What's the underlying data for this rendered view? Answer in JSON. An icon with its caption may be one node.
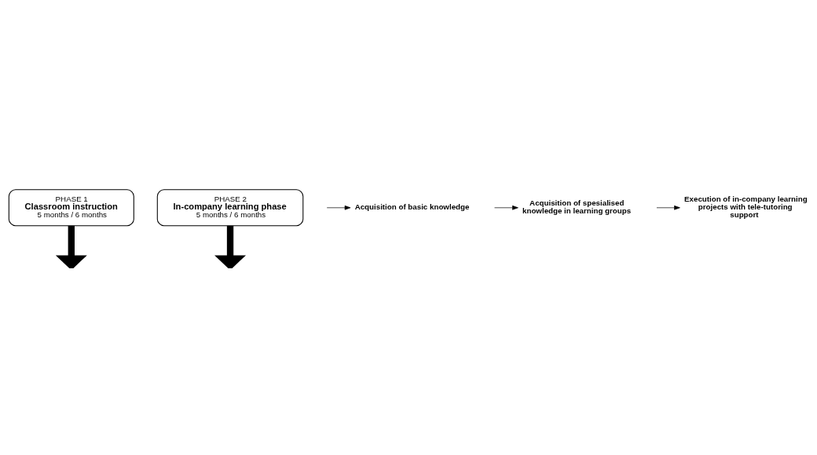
{
  "diagram": {
    "nodes": [
      {
        "text": [
          "PHASE 1",
          "Classroom instruction",
          "5 months / 6 months"
        ]
      },
      {
        "text": [
          "PHASE 2",
          "In-company learning phase",
          "5 months / 6 months"
        ]
      },
      {
        "text": [
          "Acquisition of basic knowledge"
        ]
      },
      {
        "text": [
          "Acquisition of spesialised knowledge in learning groups"
        ]
      },
      {
        "text": [
          "Execution of in-company learning projects with tele-tutoring support"
        ]
      }
    ],
    "edges": [
      {
        "from": 0,
        "to": null,
        "arrow": "to",
        "style": "thick"
      },
      {
        "from": 1,
        "to": null,
        "arrow": "to",
        "style": "thick"
      },
      {
        "from": null,
        "to": 2,
        "arrow": "to"
      },
      {
        "from": null,
        "to": 3,
        "arrow": "to"
      },
      {
        "from": null,
        "to": 4,
        "arrow": "to"
      }
    ]
  }
}
